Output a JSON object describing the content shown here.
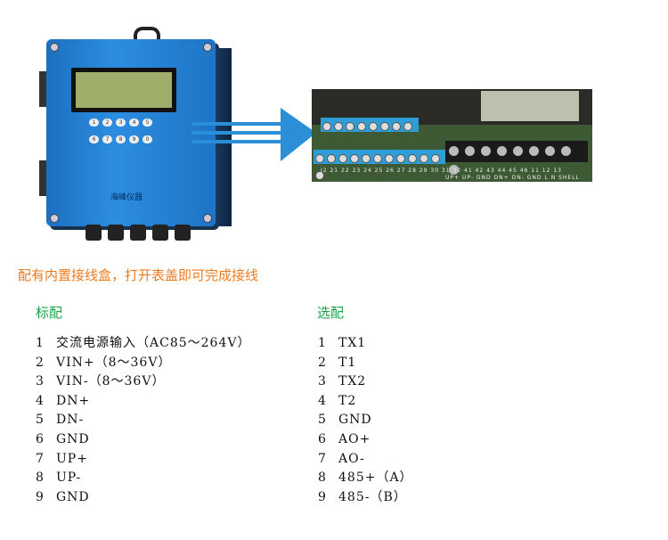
{
  "caption": "配有内置接线盒，打开表盖即可完成接线",
  "standard": {
    "heading": "标配",
    "items": [
      {
        "num": "1",
        "text": "交流电源输入（AC85～264V）"
      },
      {
        "num": "2",
        "text": "VIN+（8～36V）"
      },
      {
        "num": "3",
        "text": "VIN-（8～36V）"
      },
      {
        "num": "4",
        "text": "DN+"
      },
      {
        "num": "5",
        "text": "DN-"
      },
      {
        "num": "6",
        "text": "GND"
      },
      {
        "num": "7",
        "text": "UP+"
      },
      {
        "num": "8",
        "text": "UP-"
      },
      {
        "num": "9",
        "text": "GND"
      }
    ]
  },
  "optional": {
    "heading": "选配",
    "items": [
      {
        "num": "1",
        "text": "TX1"
      },
      {
        "num": "2",
        "text": "T1"
      },
      {
        "num": "3",
        "text": "TX2"
      },
      {
        "num": "4",
        "text": "T2"
      },
      {
        "num": "5",
        "text": "GND"
      },
      {
        "num": "6",
        "text": "AO+"
      },
      {
        "num": "7",
        "text": "AO-"
      },
      {
        "num": "8",
        "text": "485+（A）"
      },
      {
        "num": "9",
        "text": "485-（B）"
      }
    ]
  },
  "device": {
    "keypad": [
      "1",
      "2",
      "3",
      "4",
      "5",
      "6",
      "7",
      "8",
      "9",
      "0"
    ],
    "logo_text": "海峰仪器"
  },
  "pcb": {
    "labels": "J2 21 22 23 24 25 26 27 28 29 30 31 32 41 42 43 44 45 46 11 12 13",
    "signals": "UP+ UP- GND DN+ DN- GND L N SHELL"
  },
  "colors": {
    "caption": "#ee7a1e",
    "heading": "#1aa44a",
    "arrow": "#2a8fd6"
  }
}
